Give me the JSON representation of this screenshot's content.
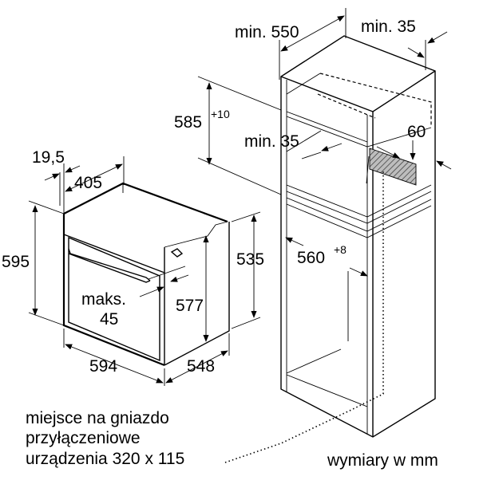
{
  "dimensions": {
    "min_550": "min. 550",
    "min_35_top": "min. 35",
    "d585": "585",
    "d585_sup": "+10",
    "min_35_mid": "min. 35",
    "d60": "60",
    "d19_5": "19,5",
    "d405": "405",
    "d595": "595",
    "d535": "535",
    "d560": "560",
    "d560_sup": "+8",
    "maks_label": "maks.",
    "maks_value": "45",
    "d577": "577",
    "d594": "594",
    "d548": "548"
  },
  "notes": {
    "socket_line1": "miejsce na gniazdo",
    "socket_line2": "przyłączeniowe",
    "socket_line3": "urządzenia 320 x 115",
    "units": "wymiary w mm"
  }
}
